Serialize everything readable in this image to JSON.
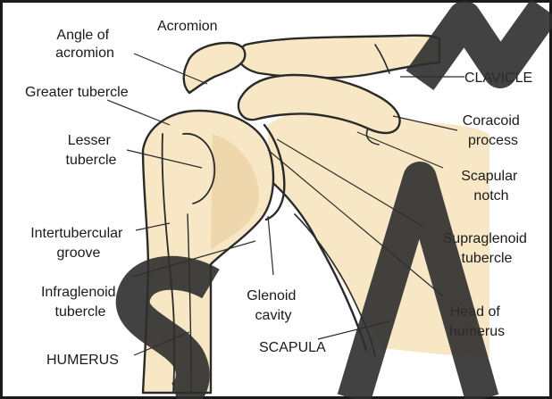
{
  "labels": {
    "acromion": "Acromion",
    "angle_of_acromion_1": "Angle of",
    "angle_of_acromion_2": "acromion",
    "clavicle": "CLAVICLE",
    "greater_tubercle": "Greater tubercle",
    "coracoid_process_1": "Coracoid",
    "coracoid_process_2": "process",
    "lesser_tubercle_1": "Lesser",
    "lesser_tubercle_2": "tubercle",
    "scapular_notch_1": "Scapular",
    "scapular_notch_2": "notch",
    "intertubercular_groove_1": "Intertubercular",
    "intertubercular_groove_2": "groove",
    "supraglenoid_tubercle_1": "Supraglenoid",
    "supraglenoid_tubercle_2": "tubercle",
    "infraglenoid_tubercle_1": "Infraglenoid",
    "infraglenoid_tubercle_2": "tubercle",
    "glenoid_cavity_1": "Glenoid",
    "glenoid_cavity_2": "cavity",
    "head_of_humerus_1": "Head of",
    "head_of_humerus_2": "humerus",
    "humerus": "HUMERUS",
    "scapula": "SCAPULA"
  },
  "colors": {
    "bone": "#f7e7c4",
    "bone_shade": "#e9cfa4",
    "outline": "#2a2a2a",
    "watermark": "#2e2e2e"
  },
  "watermark": {
    "icon": "sample-watermark-letters"
  }
}
